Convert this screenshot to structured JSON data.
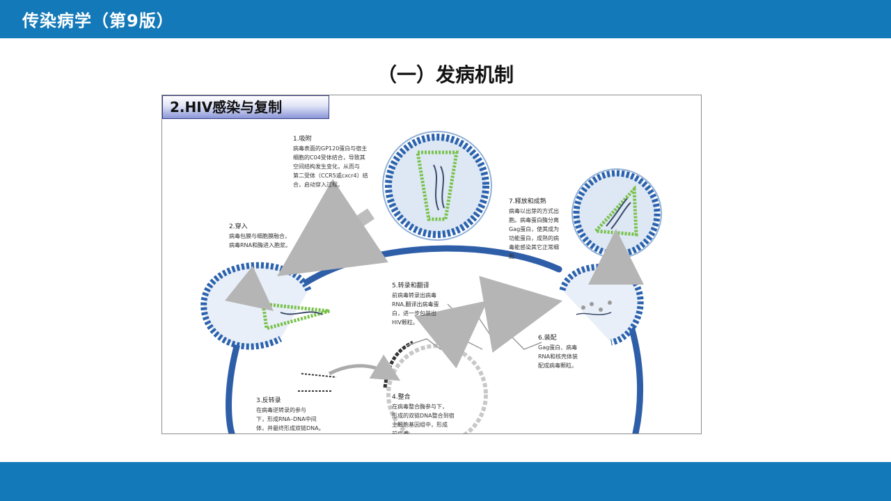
{
  "header": {
    "title": "传染病学（第9版）"
  },
  "slide": {
    "heading": "（一）发病机制"
  },
  "figure": {
    "section_label": "2.HIV感染与复制",
    "steps": [
      {
        "title": "1.吸附",
        "text": "病毒表面的GP120蛋白与宿主\n细胞的C04受体结合，导致其\n空间结构发生变化，从而与\n第二受体（CCR5或cxcr4）结\n合，启动穿入过程。"
      },
      {
        "title": "2.穿入",
        "text": "病毒包膜与细胞膜融合，\n病毒RNA和酶进入胞浆。"
      },
      {
        "title": "3.反转录",
        "text": "在病毒逆转录的参与\n下，形成RNA–DNA中间\n体，并最终形成双链DNA。"
      },
      {
        "title": "4.整合",
        "text": "在病毒整合酶参与下，\n形成的双链DNA整合到宿\n主细胞基因组中，形成\n前病毒。"
      },
      {
        "title": "5.转录和翻译",
        "text": "前病毒转录出病毒\nRNA,翻译出病毒蛋\n白，进一步包装出\nHIV颗粒。"
      },
      {
        "title": "6.装配",
        "text": "Gag蛋白、病毒\nRNA和核壳体装\n配成病毒颗粒。"
      },
      {
        "title": "7.释放和成熟",
        "text": "病毒以出芽的方式出\n胞。病毒蛋白酶分离\nGag蛋白，使其成为\n功能蛋白，成熟的病\n毒能感染其它正常细\n胞"
      }
    ]
  }
}
